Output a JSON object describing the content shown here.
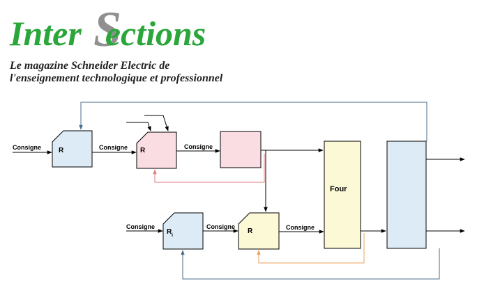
{
  "header": {
    "logo_prefix": "Inter",
    "logo_big_letter": "S",
    "logo_suffix": "ections",
    "tagline_line1": "Le magazine Schneider Electric de",
    "tagline_line2": "l'enseignement technologique et professionnel"
  },
  "diagram": {
    "consigne_label": "Consigne",
    "regulator_label": "R",
    "regulator_i_label": "R",
    "regulator_i_sub": "i",
    "furnace_label": "Four",
    "colors": {
      "blue_block": "#dcebf6",
      "pink_block": "#fadde3",
      "yellow_block": "#fbf9d6",
      "line": "#000000",
      "feedback_blue": "#4a6b88",
      "feedback_red": "#e28080",
      "feedback_orange": "#e8a35a"
    }
  }
}
